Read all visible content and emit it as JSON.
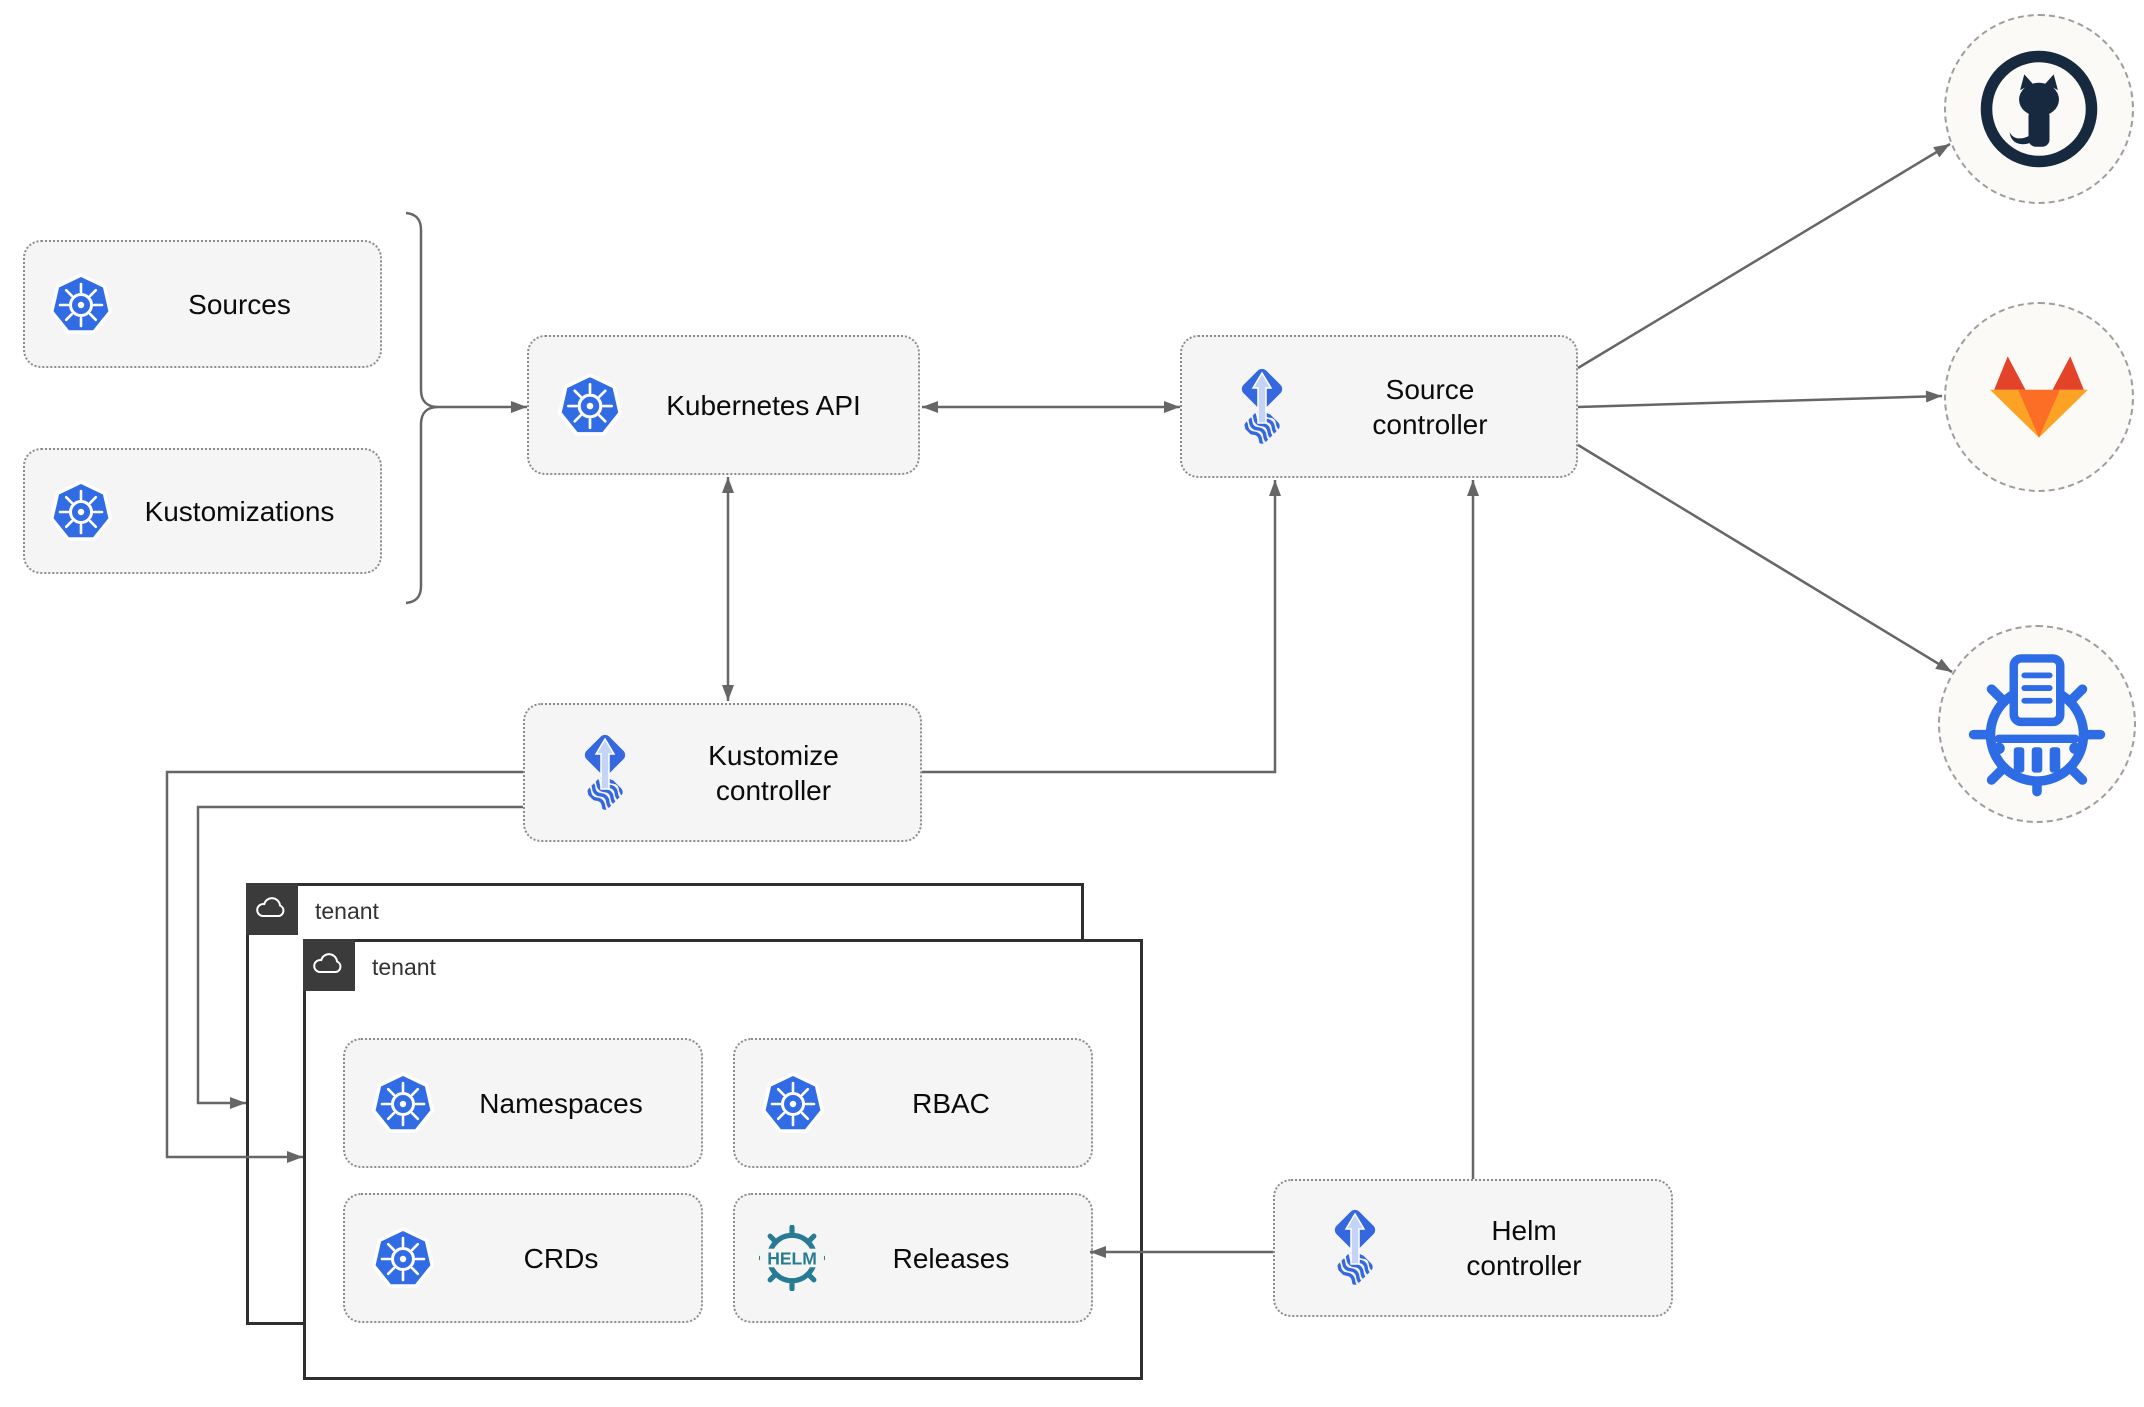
{
  "nodes": {
    "sources": {
      "label": "Sources",
      "icon": "kubernetes-icon"
    },
    "kustomizations": {
      "label": "Kustomizations",
      "icon": "kubernetes-icon"
    },
    "kubernetes_api": {
      "label": "Kubernetes API",
      "icon": "kubernetes-icon"
    },
    "source_controller": {
      "label": "Source\ncontroller",
      "icon": "flux-icon"
    },
    "kustomize_controller": {
      "label": "Kustomize\ncontroller",
      "icon": "flux-icon"
    },
    "helm_controller": {
      "label": "Helm\ncontroller",
      "icon": "flux-icon"
    },
    "namespaces": {
      "label": "Namespaces",
      "icon": "kubernetes-icon"
    },
    "rbac": {
      "label": "RBAC",
      "icon": "kubernetes-icon"
    },
    "crds": {
      "label": "CRDs",
      "icon": "kubernetes-icon"
    },
    "releases": {
      "label": "Releases",
      "icon": "helm-wheel-icon"
    }
  },
  "tenants": {
    "back": {
      "label": "tenant",
      "icon": "cloud-icon"
    },
    "front": {
      "label": "tenant",
      "icon": "cloud-icon"
    }
  },
  "endpoints": {
    "github": {
      "icon": "github-logo-icon"
    },
    "gitlab": {
      "icon": "gitlab-logo-icon"
    },
    "chartmuseum": {
      "icon": "chartmuseum-logo-icon"
    }
  },
  "helm_wheel": {
    "text": "HELM"
  },
  "edges": [
    {
      "from": "sources+kustomizations",
      "to": "kubernetes_api",
      "style": "brace-arrow"
    },
    {
      "from": "kubernetes_api",
      "to": "source_controller",
      "style": "double-arrow"
    },
    {
      "from": "kubernetes_api",
      "to": "kustomize_controller",
      "style": "double-arrow"
    },
    {
      "from": "kustomize_controller",
      "to": "source_controller",
      "style": "arrow"
    },
    {
      "from": "kustomize_controller",
      "to": "tenant_front",
      "style": "arrow"
    },
    {
      "from": "kustomize_controller",
      "to": "tenant_back",
      "style": "arrow"
    },
    {
      "from": "helm_controller",
      "to": "source_controller",
      "style": "arrow"
    },
    {
      "from": "helm_controller",
      "to": "releases",
      "style": "arrow"
    },
    {
      "from": "source_controller",
      "to": "github",
      "style": "arrow"
    },
    {
      "from": "source_controller",
      "to": "gitlab",
      "style": "arrow"
    },
    {
      "from": "source_controller",
      "to": "chartmuseum",
      "style": "arrow"
    }
  ],
  "colors": {
    "line_gray": "#666666",
    "node_fill": "#F5F5F5",
    "node_border": "#8C8C8C",
    "tenant_border": "#2F2F2F",
    "tenant_header": "#3B3B3B",
    "kubernetes_blue": "#326CE5",
    "flux_blue": "#3567DE",
    "flux_arrow_light": "#C5D4F4",
    "helm_teal": "#277C93",
    "github_dark": "#17293E",
    "gitlab_red": "#E24329",
    "gitlab_orange": "#FC6D26",
    "gitlab_yellow": "#FCA326",
    "chartmuseum_blue": "#2D6CE4"
  }
}
